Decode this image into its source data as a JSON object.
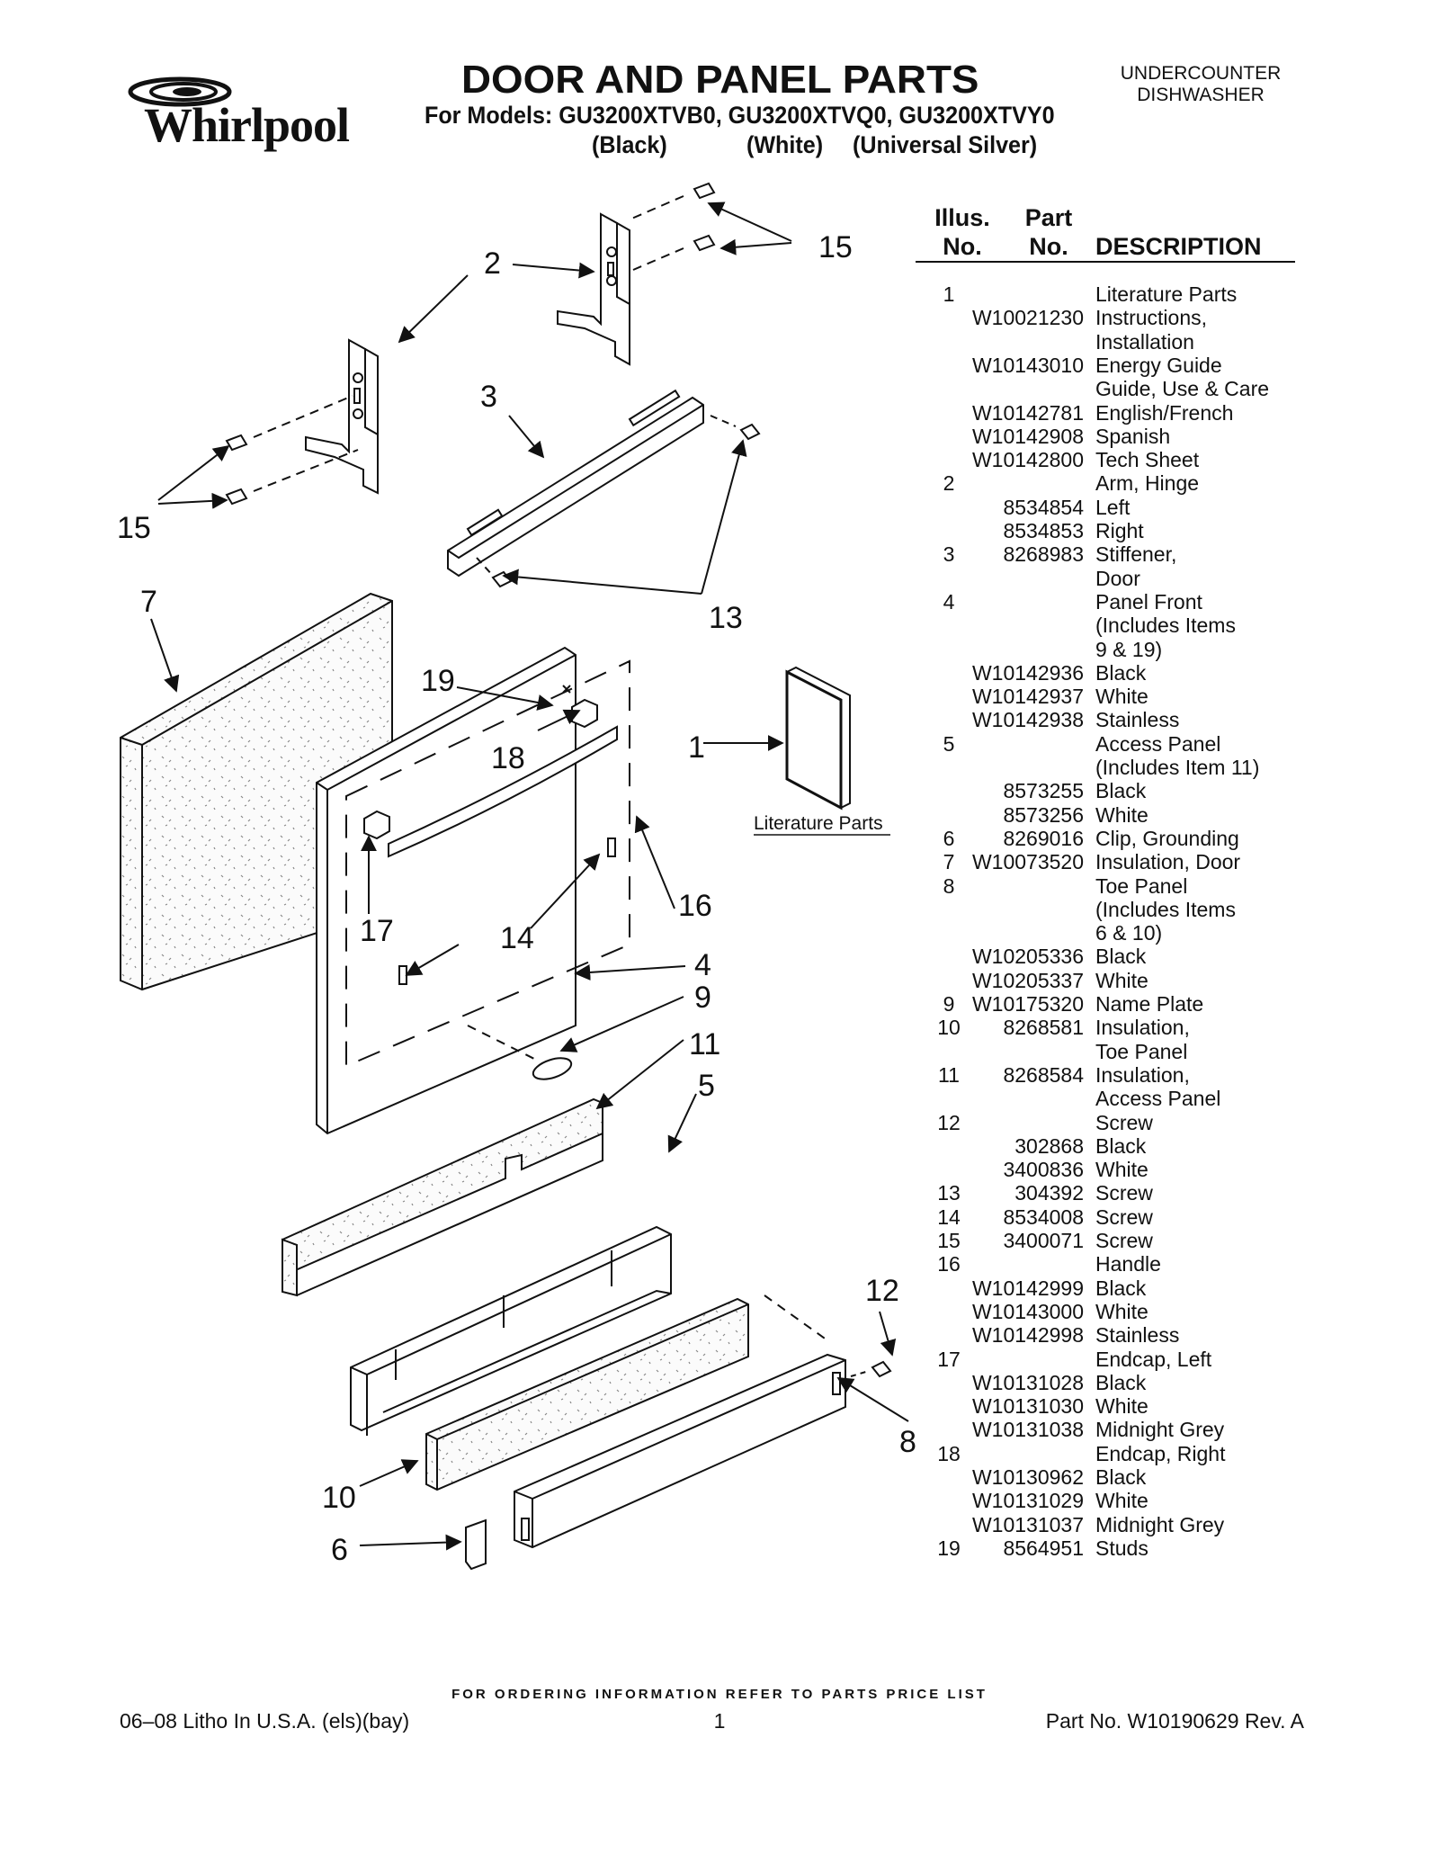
{
  "header": {
    "brand": "Whirlpool",
    "title": "DOOR AND PANEL PARTS",
    "models": "For Models: GU3200XTVB0, GU3200XTVQ0, GU3200XTVY0",
    "variant_black": "(Black)",
    "variant_white": "(White)",
    "variant_silver": "(Universal Silver)",
    "product_line1": "UNDERCOUNTER",
    "product_line2": "DISHWASHER"
  },
  "table": {
    "head_illus": "Illus.",
    "head_illus_no": "No.",
    "head_part": "Part",
    "head_part_no": "No.",
    "head_desc": "DESCRIPTION",
    "rows": [
      {
        "illus": "1",
        "part": "",
        "desc": "Literature Parts"
      },
      {
        "illus": "",
        "part": "W10021230",
        "desc": "Instructions,"
      },
      {
        "illus": "",
        "part": "",
        "desc": "Installation"
      },
      {
        "illus": "",
        "part": "W10143010",
        "desc": "Energy Guide"
      },
      {
        "illus": "",
        "part": "",
        "desc": "Guide, Use & Care"
      },
      {
        "illus": "",
        "part": "W10142781",
        "desc": "English/French"
      },
      {
        "illus": "",
        "part": "W10142908",
        "desc": "Spanish"
      },
      {
        "illus": "",
        "part": "W10142800",
        "desc": "Tech Sheet"
      },
      {
        "illus": "2",
        "part": "",
        "desc": "Arm, Hinge"
      },
      {
        "illus": "",
        "part": "8534854",
        "desc": "Left"
      },
      {
        "illus": "",
        "part": "8534853",
        "desc": "Right"
      },
      {
        "illus": "3",
        "part": "8268983",
        "desc": "Stiffener,"
      },
      {
        "illus": "",
        "part": "",
        "desc": "Door"
      },
      {
        "illus": "4",
        "part": "",
        "desc": "Panel Front"
      },
      {
        "illus": "",
        "part": "",
        "desc": "(Includes Items"
      },
      {
        "illus": "",
        "part": "",
        "desc": "9 & 19)"
      },
      {
        "illus": "",
        "part": "W10142936",
        "desc": "Black"
      },
      {
        "illus": "",
        "part": "W10142937",
        "desc": "White"
      },
      {
        "illus": "",
        "part": "W10142938",
        "desc": "Stainless"
      },
      {
        "illus": "5",
        "part": "",
        "desc": "Access Panel"
      },
      {
        "illus": "",
        "part": "",
        "desc": "(Includes Item 11)"
      },
      {
        "illus": "",
        "part": "8573255",
        "desc": "Black"
      },
      {
        "illus": "",
        "part": "8573256",
        "desc": "White"
      },
      {
        "illus": "6",
        "part": "8269016",
        "desc": "Clip, Grounding"
      },
      {
        "illus": "7",
        "part": "W10073520",
        "desc": "Insulation, Door"
      },
      {
        "illus": "8",
        "part": "",
        "desc": "Toe Panel"
      },
      {
        "illus": "",
        "part": "",
        "desc": "(Includes Items"
      },
      {
        "illus": "",
        "part": "",
        "desc": "6 & 10)"
      },
      {
        "illus": "",
        "part": "W10205336",
        "desc": "Black"
      },
      {
        "illus": "",
        "part": "W10205337",
        "desc": "White"
      },
      {
        "illus": "9",
        "part": "W10175320",
        "desc": "Name Plate"
      },
      {
        "illus": "10",
        "part": "8268581",
        "desc": "Insulation,"
      },
      {
        "illus": "",
        "part": "",
        "desc": "Toe Panel"
      },
      {
        "illus": "11",
        "part": "8268584",
        "desc": "Insulation,"
      },
      {
        "illus": "",
        "part": "",
        "desc": "Access Panel"
      },
      {
        "illus": "12",
        "part": "",
        "desc": "Screw"
      },
      {
        "illus": "",
        "part": "302868",
        "desc": "Black"
      },
      {
        "illus": "",
        "part": "3400836",
        "desc": "White"
      },
      {
        "illus": "13",
        "part": "304392",
        "desc": "Screw"
      },
      {
        "illus": "14",
        "part": "8534008",
        "desc": "Screw"
      },
      {
        "illus": "15",
        "part": "3400071",
        "desc": "Screw"
      },
      {
        "illus": "16",
        "part": "",
        "desc": "Handle"
      },
      {
        "illus": "",
        "part": "W10142999",
        "desc": "Black"
      },
      {
        "illus": "",
        "part": "W10143000",
        "desc": "White"
      },
      {
        "illus": "",
        "part": "W10142998",
        "desc": "Stainless"
      },
      {
        "illus": "17",
        "part": "",
        "desc": "Endcap, Left"
      },
      {
        "illus": "",
        "part": "W10131028",
        "desc": "Black"
      },
      {
        "illus": "",
        "part": "W10131030",
        "desc": "White"
      },
      {
        "illus": "",
        "part": "W10131038",
        "desc": "Midnight Grey"
      },
      {
        "illus": "18",
        "part": "",
        "desc": "Endcap, Right"
      },
      {
        "illus": "",
        "part": "W10130962",
        "desc": "Black"
      },
      {
        "illus": "",
        "part": "W10131029",
        "desc": "White"
      },
      {
        "illus": "",
        "part": "W10131037",
        "desc": "Midnight Grey"
      },
      {
        "illus": "19",
        "part": "8564951",
        "desc": "Studs"
      }
    ]
  },
  "diagram": {
    "callouts": {
      "n1": "1",
      "n2": "2",
      "n3": "3",
      "n4": "4",
      "n5": "5",
      "n6": "6",
      "n7": "7",
      "n8": "8",
      "n9": "9",
      "n10": "10",
      "n11": "11",
      "n12": "12",
      "n13": "13",
      "n14": "14",
      "n15a": "15",
      "n15b": "15",
      "n16": "16",
      "n17": "17",
      "n18": "18",
      "n19": "19"
    },
    "literature_label": "Literature Parts"
  },
  "footer": {
    "ordering": "FOR ORDERING INFORMATION REFER TO PARTS PRICE LIST",
    "litho": "06–08 Litho In U.S.A. (els)(bay)",
    "page": "1",
    "part_no": "Part No. W10190629 Rev. A"
  }
}
